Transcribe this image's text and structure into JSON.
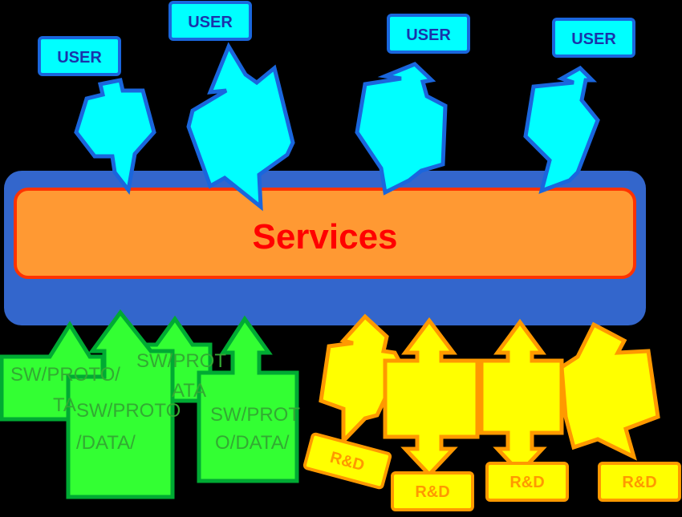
{
  "services": {
    "label": "Services"
  },
  "users": [
    "USER",
    "USER",
    "USER",
    "USER"
  ],
  "sw_labels": [
    [
      "SW/PROTO/",
      "TA"
    ],
    [
      "SW/PROT",
      "ATA"
    ],
    [
      "SW/PROTO",
      "/DATA/"
    ],
    [
      "SW/PROT",
      "O/DATA/"
    ]
  ],
  "rd_labels": [
    "R&D",
    "R&D",
    "R&D",
    "R&D"
  ],
  "colors": {
    "background": "#000000",
    "bus_outer": "#3366cc",
    "bus_inner": "#ff9933",
    "bus_border": "#ff3300",
    "services_text": "#ff0000",
    "user_fill": "#00ffff",
    "user_stroke": "#1a66dd",
    "user_text": "#1a33aa",
    "sw_fill": "#33ff33",
    "sw_stroke": "#00aa33",
    "sw_text": "#33aa33",
    "rd_fill": "#ffff00",
    "rd_stroke": "#ff9900",
    "rd_text": "#ff9900"
  }
}
